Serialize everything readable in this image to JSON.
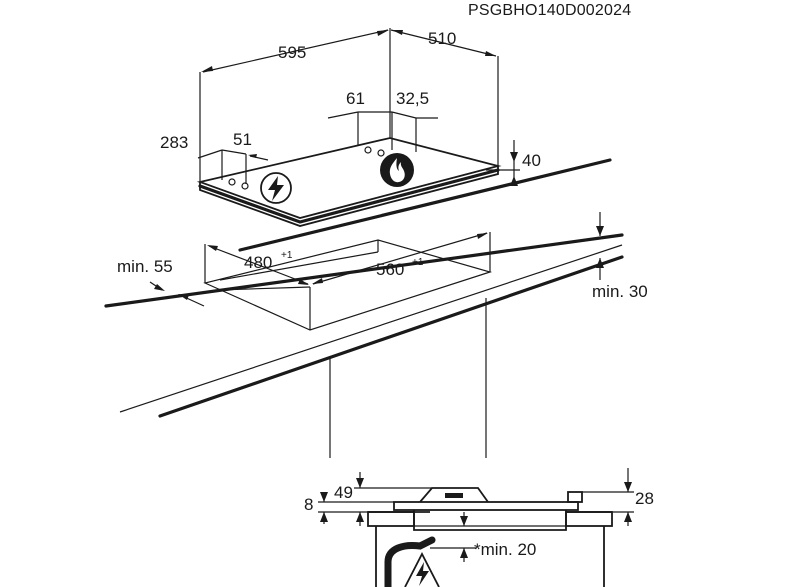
{
  "document_code": "PSGBHO140D002024",
  "dimensions": {
    "width": "595",
    "depth": "510",
    "knob_offset_left": "283",
    "knob_offset_small": "51",
    "burner_offset": "61",
    "burner_offset_b": "32,5",
    "height_top": "40",
    "cutout_depth": "480",
    "cutout_depth_tol": "+1",
    "cutout_width": "560",
    "cutout_width_tol": "+1",
    "min_front": "min. 55",
    "min_worktop": "min. 30",
    "side_a": "8",
    "side_b": "49",
    "side_c": "28",
    "min_below": "*min. 20"
  },
  "icons": {
    "electric": "lightning-bolt-circle-icon",
    "gas": "flame-circle-icon",
    "warning": "electric-warning-triangle-icon"
  }
}
